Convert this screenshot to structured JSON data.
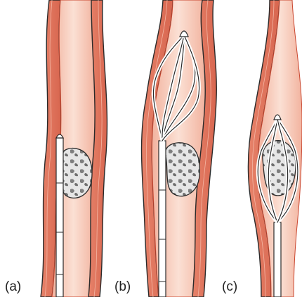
{
  "labels": {
    "a": "(a)",
    "b": "(b)",
    "c": "(c)"
  },
  "colors": {
    "wall_outer": "#e0735c",
    "wall_inner_line": "#c9462f",
    "lumen": "#f6c7b5",
    "lumen_highlight": "#fbe1d6",
    "stone": "#8c8c8c",
    "stone_light": "#e7e7e7",
    "catheter": "#ffffff",
    "outline": "#2a2a2a"
  },
  "icons": {
    "stone": "ureteral-stone",
    "catheter": "catheter-tube",
    "basket": "wire-basket"
  }
}
